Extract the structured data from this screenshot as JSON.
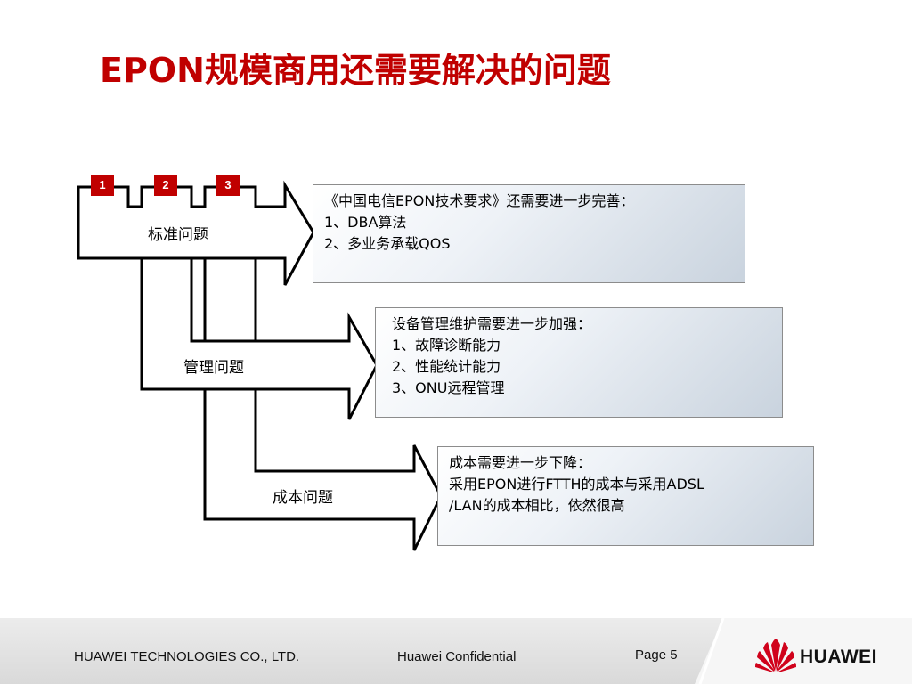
{
  "title": "EPON规模商用还需要解决的问题",
  "badges": [
    "1",
    "2",
    "3"
  ],
  "issues": [
    {
      "label": "标准问题",
      "lines": [
        "《中国电信EPON技术要求》还需要进一步完善：",
        "1、DBA算法",
        "2、多业务承载QOS"
      ]
    },
    {
      "label": "管理问题",
      "lines": [
        "设备管理维护需要进一步加强：",
        "1、故障诊断能力",
        "2、性能统计能力",
        "3、ONU远程管理"
      ]
    },
    {
      "label": "成本问题",
      "lines": [
        "成本需要进一步下降：",
        "采用EPON进行FTTH的成本与采用ADSL",
        "/LAN的成本相比，依然很高"
      ]
    }
  ],
  "footer": {
    "company": "HUAWEI TECHNOLOGIES CO., LTD.",
    "confidential": "Huawei Confidential",
    "page": "Page 5",
    "brand": "HUAWEI"
  },
  "colors": {
    "accent": "#c00000",
    "box_border": "#8c8c8c"
  }
}
